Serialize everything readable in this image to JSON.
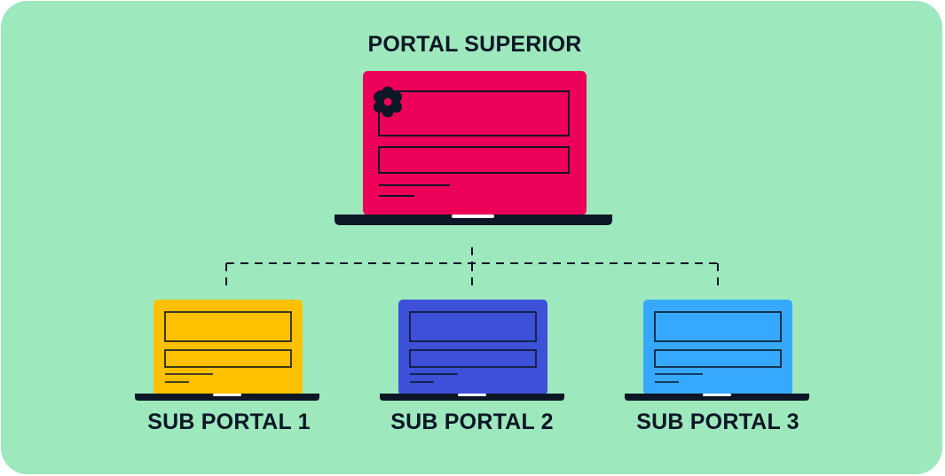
{
  "diagram": {
    "top_node": {
      "label": "PORTAL SUPERIOR",
      "color": "#ec0058",
      "icon": "gear-icon"
    },
    "sub_nodes": [
      {
        "label": "SUB PORTAL 1",
        "color": "#ffc000"
      },
      {
        "label": "SUB PORTAL 2",
        "color": "#3c50d8"
      },
      {
        "label": "SUB PORTAL 3",
        "color": "#36a9ff"
      }
    ],
    "colors": {
      "background": "#9de8bd",
      "outline": "#0d1626"
    }
  }
}
